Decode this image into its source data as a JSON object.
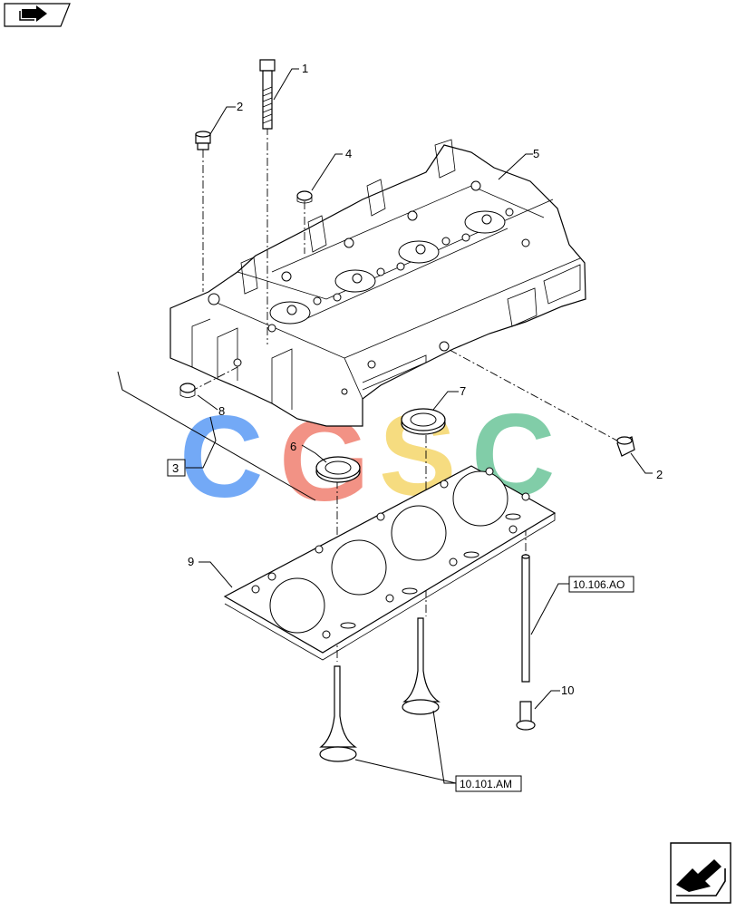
{
  "callouts": {
    "c1": "1",
    "c2a": "2",
    "c2b": "2",
    "c3": "3",
    "c4": "4",
    "c5": "5",
    "c6": "6",
    "c7": "7",
    "c8": "8",
    "c9": "9",
    "c10": "10"
  },
  "references": {
    "ref_valve_guide": "10.106.AO",
    "ref_valves": "10.101.AM"
  },
  "watermark": {
    "letters": [
      "C",
      "G",
      "S",
      "C"
    ],
    "colors": [
      "#5b9bf5",
      "#f08070",
      "#f5d66a",
      "#6cc59a"
    ]
  },
  "icons": {
    "top_left": "book-arrow-icon",
    "bottom_right": "next-page-arrow-icon"
  }
}
